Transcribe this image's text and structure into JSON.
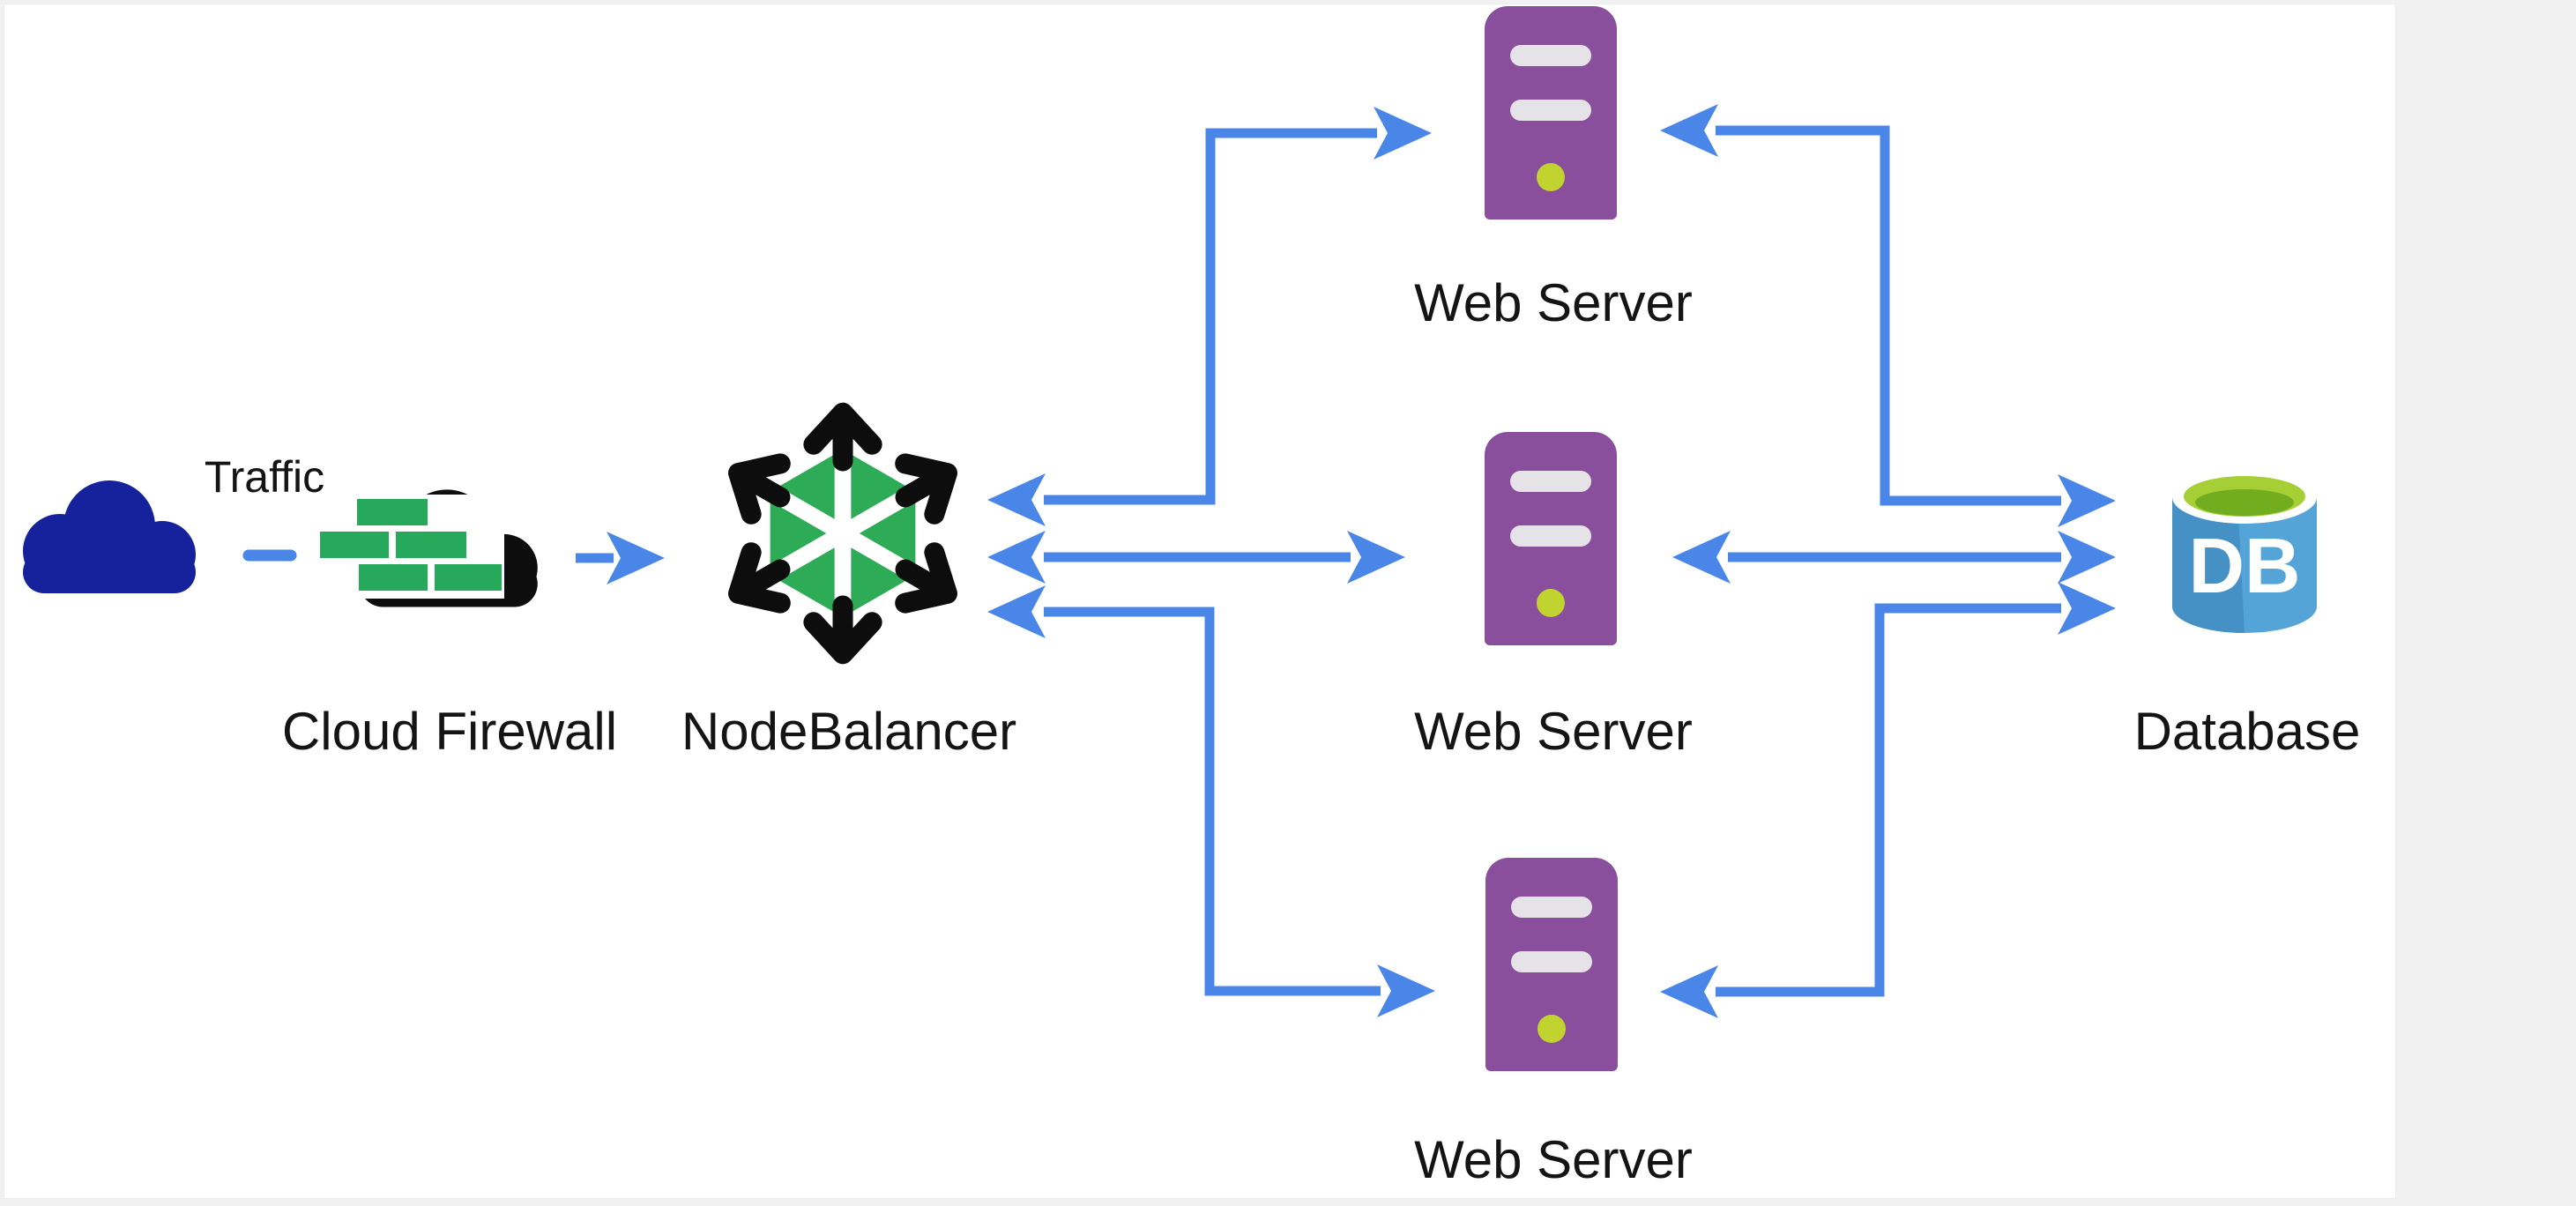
{
  "diagram": {
    "nodes": {
      "traffic": {
        "label": "Traffic",
        "icon": "cloud-icon"
      },
      "firewall": {
        "label": "Cloud Firewall",
        "icon": "firewall-cloud-icon"
      },
      "nodebalancer": {
        "label": "NodeBalancer",
        "icon": "nodebalancer-hexagon-icon"
      },
      "webserver1": {
        "label": "Web Server",
        "icon": "server-tower-icon"
      },
      "webserver2": {
        "label": "Web Server",
        "icon": "server-tower-icon"
      },
      "webserver3": {
        "label": "Web Server",
        "icon": "server-tower-icon"
      },
      "database": {
        "label": "Database",
        "icon": "database-cylinder-icon",
        "badge": "DB"
      }
    },
    "edges": [
      {
        "from": "traffic",
        "to": "firewall",
        "style": "dashed",
        "direction": "none"
      },
      {
        "from": "firewall",
        "to": "nodebalancer",
        "style": "solid",
        "direction": "forward"
      },
      {
        "from": "nodebalancer",
        "to": "webserver1",
        "style": "solid",
        "direction": "both"
      },
      {
        "from": "nodebalancer",
        "to": "webserver2",
        "style": "solid",
        "direction": "both"
      },
      {
        "from": "nodebalancer",
        "to": "webserver3",
        "style": "solid",
        "direction": "both"
      },
      {
        "from": "webserver1",
        "to": "database",
        "style": "solid",
        "direction": "both"
      },
      {
        "from": "webserver2",
        "to": "database",
        "style": "solid",
        "direction": "both"
      },
      {
        "from": "webserver3",
        "to": "database",
        "style": "solid",
        "direction": "both"
      }
    ],
    "colors": {
      "arrow_blue": "#4a86e8",
      "traffic_cloud_navy": "#16229c",
      "firewall_cloud_black": "#0d0d0d",
      "firewall_brick_green": "#26a95a",
      "nodebalancer_green": "#2eab57",
      "server_purple": "#8a4f9c",
      "server_slot_gray": "#e6e3e8",
      "server_led_green": "#c0d32f",
      "database_blue_light": "#55a4d8",
      "database_blue_dark": "#4590c5",
      "database_top_lime": "#a6ce35",
      "database_top_green": "#72ad20",
      "label_color": "#141414",
      "canvas_bg": "#ffffff",
      "page_bg": "#f1f1f2"
    }
  }
}
